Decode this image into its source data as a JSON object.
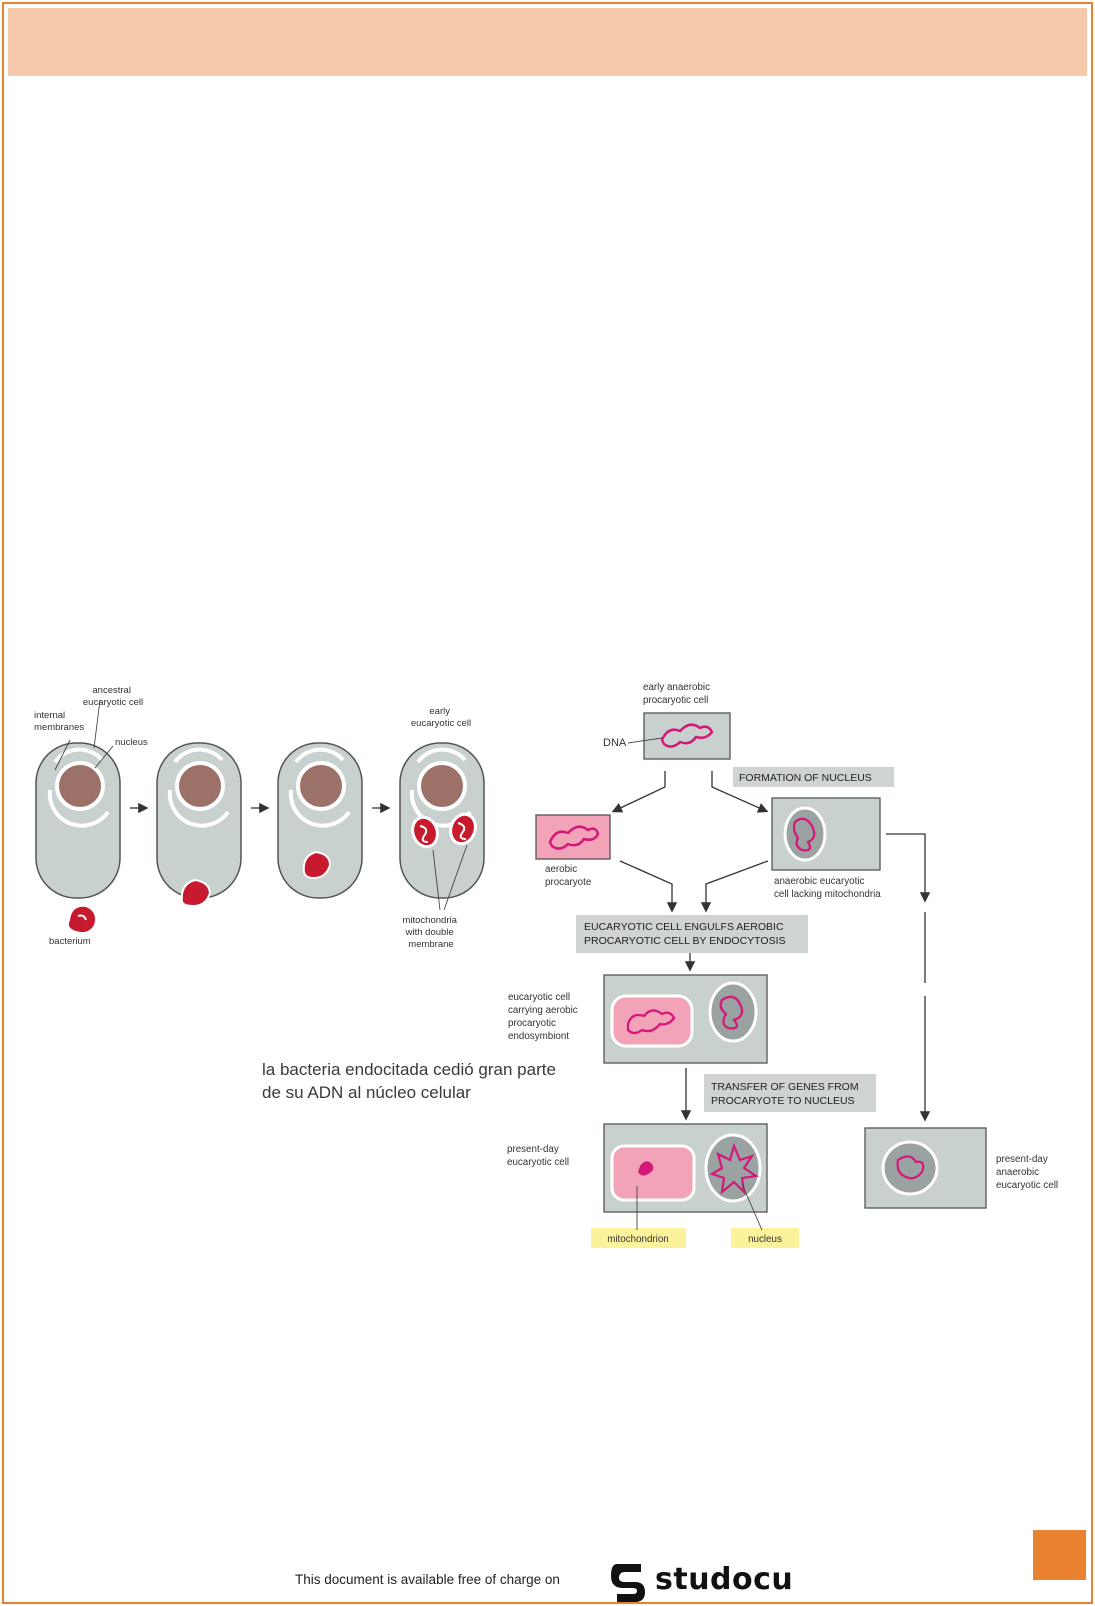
{
  "colors": {
    "accent": "#e8822e",
    "header_band": "#f6c9aa",
    "cell_fill": "#c9d1cf",
    "nucleus_fill": "#9c7168",
    "bacterium": "#c81a2e",
    "procaryote_pink": "#f2a3b8",
    "dna_magenta": "#d4187a",
    "label_box": "#cfd3d2",
    "highlight": "#fdf29c"
  },
  "figure_left": {
    "labels": {
      "ancestral": "ancestral\neucaryotic cell",
      "internal_membranes": "internal\nmembranes",
      "nucleus": "nucleus",
      "early_eucaryotic": "early\neucaryotic cell",
      "bacterium": "bacterium",
      "mitochondria": "mitochondria\nwith double\nmembrane"
    }
  },
  "figure_right": {
    "labels": {
      "early_anaerobic": "early anaerobic\nprocaryotic cell",
      "dna": "DNA",
      "formation_of_nucleus": "FORMATION OF NUCLEUS",
      "aerobic_procaryote": "aerobic\nprocaryote",
      "anaerobic_eucaryotic": "anaerobic eucaryotic\ncell lacking mitochondria",
      "engulfs": "EUCARYOTIC CELL ENGULFS AEROBIC\nPROCARYOTIC CELL BY ENDOCYTOSIS",
      "carrying": "eucaryotic cell\ncarrying aerobic\nprocaryotic\nendosymbiont",
      "transfer": "TRANSFER OF GENES FROM\nPROCARYOTE TO NUCLEUS",
      "present_day": "present-day\neucaryotic cell",
      "present_day_anaerobic": "present-day\nanaerobic\neucaryotic cell",
      "mitochondrion": "mitochondrion",
      "nucleus": "nucleus"
    }
  },
  "caption": "la bacteria endocitada cedió gran parte de su ADN al núcleo celular",
  "footer": {
    "text": "This document is available free of charge on",
    "brand": "studocu"
  }
}
